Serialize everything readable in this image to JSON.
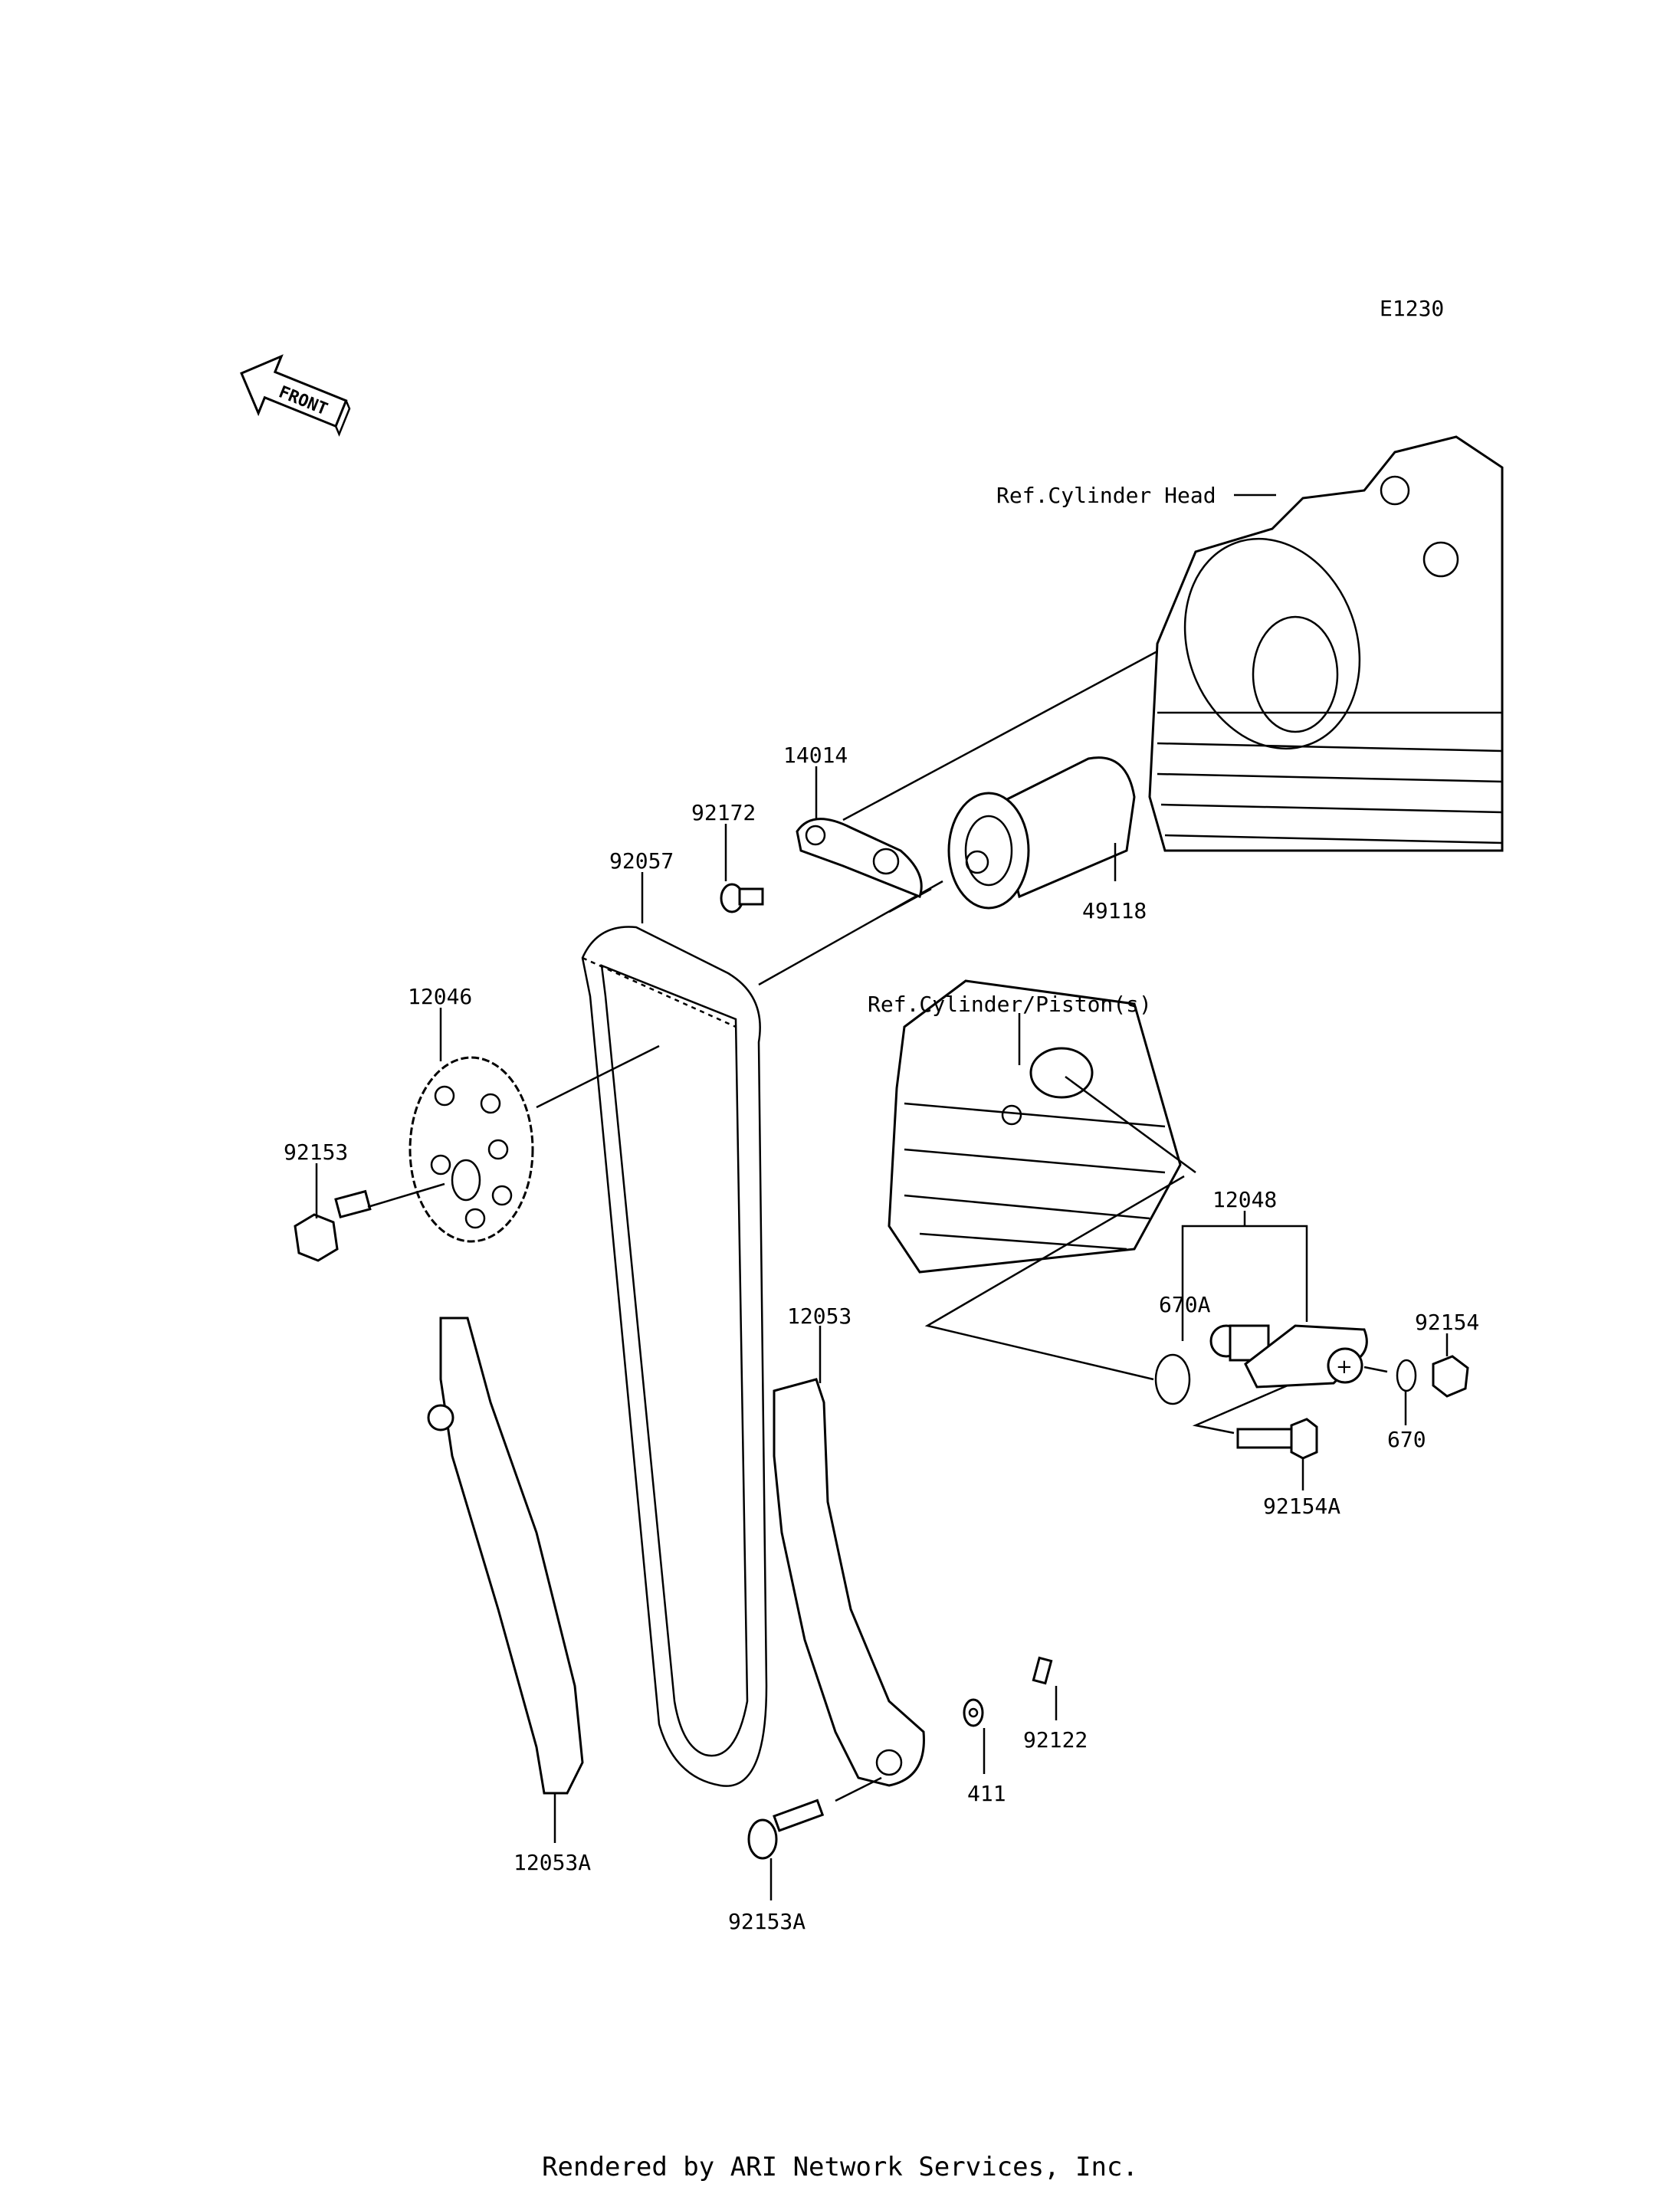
{
  "diagram_code": "E1230",
  "front_label": "FRONT",
  "refs": {
    "cylinder_head": "Ref.Cylinder Head",
    "cylinder_piston": "Ref.Cylinder/Piston(s)"
  },
  "parts": {
    "p14014": "14014",
    "p92172": "92172",
    "p92057": "92057",
    "p49118": "49118",
    "p12046": "12046",
    "p92153": "92153",
    "p12048": "12048",
    "p12053": "12053",
    "p670A": "670A",
    "p92154": "92154",
    "p670": "670",
    "p92154A": "92154A",
    "p92122": "92122",
    "p411": "411",
    "p12053A": "12053A",
    "p92153A": "92153A"
  },
  "footer": "Rendered by ARI Network Services, Inc."
}
